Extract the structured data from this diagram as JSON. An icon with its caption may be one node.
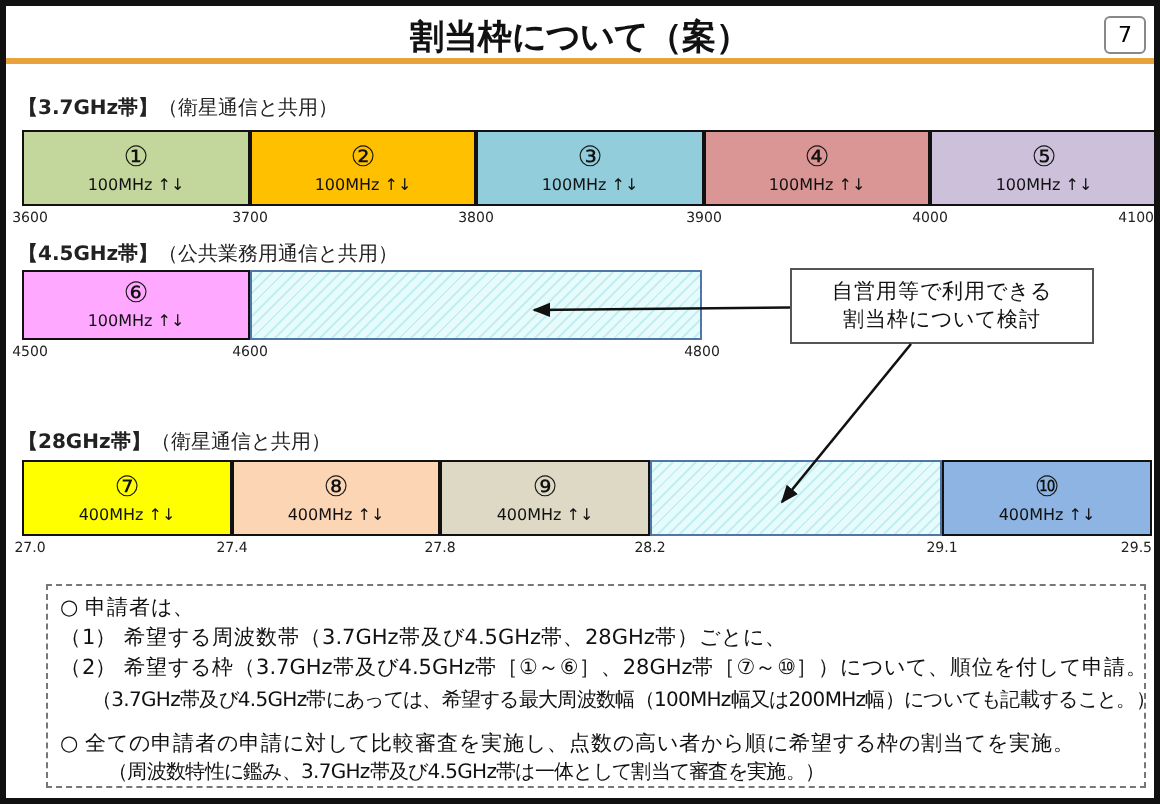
{
  "diagram": {
    "title": "割当枠について（案）",
    "nodes": [
      {
        "text": [
          "①",
          "100MHz ↑↓"
        ]
      },
      {
        "text": [
          "②",
          "100MHz ↑↓"
        ]
      },
      {
        "text": [
          "③",
          "100MHz ↑↓"
        ]
      },
      {
        "text": [
          "④",
          "100MHz ↑↓"
        ]
      },
      {
        "text": [
          "⑤",
          "100MHz ↑↓"
        ]
      },
      {
        "text": [
          "⑥",
          "100MHz ↑↓"
        ]
      },
      {
        "text": [],
        "shape": "box"
      },
      {
        "text": [
          "自営用等で利用できる割当枠について検討"
        ]
      },
      {
        "text": [
          "⑦",
          "400MHz ↑↓"
        ]
      },
      {
        "text": [
          "⑧",
          "400MHz ↑↓"
        ]
      },
      {
        "text": [
          "⑨",
          "400MHz ↑↓"
        ]
      },
      {
        "text": [],
        "shape": "box"
      },
      {
        "text": [
          "⑩",
          "400MHz ↑↓"
        ]
      }
    ],
    "edges": [
      {
        "from": 7,
        "to": 6,
        "arrow": "to"
      },
      {
        "from": 7,
        "to": 11,
        "arrow": "to"
      }
    ],
    "labels": [
      "7",
      "**【3.7GHz帯】**（衛星通信と共用）",
      "3600",
      "3700",
      "3800",
      "3900",
      "4000",
      "4100",
      "**【4.5GHz帯】**（公共業務用通信と共用）",
      "4500",
      "4600",
      "4800",
      "**【28GHz帯】**（衛星通信と共用）",
      "27.0",
      "27.4",
      "27.8",
      "28.2",
      "29.1",
      "29.5",
      "○ 申請者は、",
      "（1） 希望する周波数帯（3.7GHz帯及び4.5GHz帯、28GHz帯）ごとに、",
      "（2） 希望する枠（3.7GHz帯及び4.5GHz帯［①～⑥］、28GHz帯［⑦～⑩］）について、順位を付して申請。",
      "（3.7GHz帯及び4.5GHz帯にあっては、希望する最大周波数幅（100MHz幅又は200MHz幅）についても記載すること。）",
      "○ 全ての申請者の申請に対して比較審査を実施し、点数の高い者から順に希望する枠の割当てを実施。",
      "（周波数特性に鑑み、3.7GHz帯及び4.5GHz帯は一体として割当て審査を実施。）"
    ]
  }
}
